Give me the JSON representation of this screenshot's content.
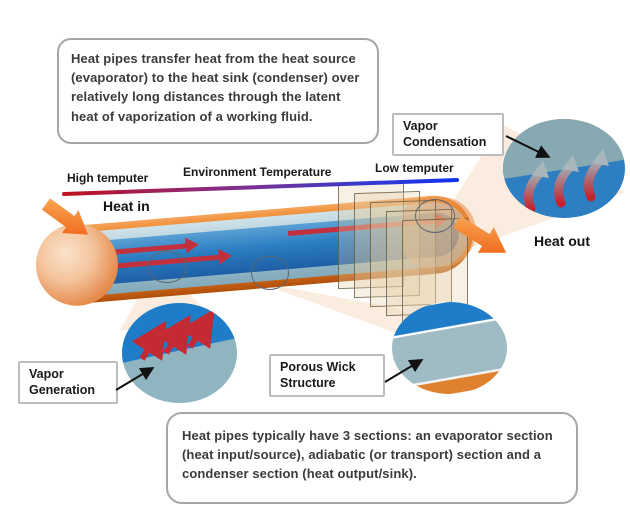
{
  "notes": {
    "top": "Heat pipes transfer heat from the heat source (evaporator) to the heat sink (condenser) over relatively long distances through the latent heat of vaporization of a working fluid.",
    "bottom": "Heat pipes typically have 3 sections: an evaporator section (heat input/source), adiabatic (or transport) section and a condenser section (heat output/sink)."
  },
  "temperature_scale": {
    "high": "High temputer",
    "environment": "Environment Temperature",
    "low": "Low temputer"
  },
  "heat_flow": {
    "in": "Heat in",
    "out": "Heat out"
  },
  "callouts": {
    "vapor_condensation": {
      "line1": "Vapor",
      "line2": "Condensation"
    },
    "vapor_generation": {
      "line1": "Vapor",
      "line2": "Generation"
    },
    "porous_wick": {
      "line1": "Porous Wick",
      "line2": "Structure"
    }
  },
  "colors": {
    "pipe_outer_orange": "#E07A1C",
    "pipe_wick_blue": "#A9C7D2",
    "vapor_core_blue": "#2B7EC1",
    "flow_arrow_red": "#C2303E",
    "heat_arrow_orange": "#F07818",
    "temp_hot": "#C01020",
    "temp_cold": "#1133EE"
  }
}
